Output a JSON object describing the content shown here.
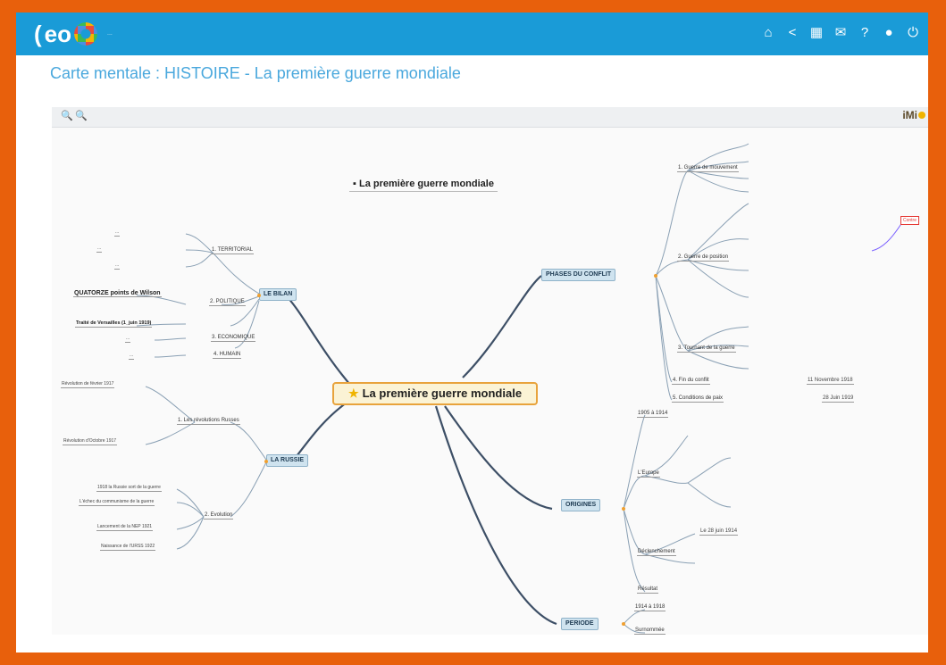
{
  "app": {
    "logo_letters": "eo",
    "logo_tagline": "..."
  },
  "toolbar_icons": [
    "home-icon",
    "share-icon",
    "grid-icon",
    "mail-icon",
    "help-icon",
    "user-icon",
    "power-icon"
  ],
  "page": {
    "title": "Carte mentale : HISTOIRE - La première guerre mondiale"
  },
  "map": {
    "central": "La première guerre mondiale",
    "subtitle": "La première guerre mondiale",
    "brand": "iMi",
    "branches": {
      "bilan": "LE BILAN",
      "russie": "LA RUSSIE",
      "phases": "PHASES DU CONFLIT",
      "origines": "ORIGINES",
      "periode": "PERIODE"
    },
    "bilan_children": {
      "territorial": "1. TERRITORIAL",
      "politique": "2. POLITIQUE",
      "economique": "3. ECONOMIQUE",
      "humain": "4. HUMAIN",
      "quatorze": "QUATORZE points de Wilson",
      "versailles": "Traité de Versailles (1_juin 1919)",
      "t1": "...",
      "t2": "...",
      "t3": "...",
      "e1": "...",
      "h1": "..."
    },
    "russie_children": {
      "deux_rev": "1. Les révolutions Russes",
      "evolution": "2. Evolution",
      "fevrier": "Révolution de février 1917",
      "octobre": "Révolution d'Octobre 1917",
      "sort": "1918 la Russie sort de la guerre",
      "echec": "L'échec du communisme de la guerre",
      "nep": "Lancement de la NEP 1921",
      "urss": "Naissance de l'URSS 1922"
    },
    "phases_children": {
      "mouvement": "1. Guerre de mouvement",
      "position": "2. Guerre de position",
      "tournant": "3. Tournant de la guerre",
      "fin": "4. Fin du conflit",
      "conditions": "5. Conditions de paix",
      "date_fin": "11 Novembre 1918",
      "date_paix": "28 Juin 1919",
      "contre": "Contre"
    },
    "origines_children": {
      "date": "1905 à 1914",
      "europe": "L'Europe",
      "declenchement": "Déclenchement",
      "resultat": "Résultat",
      "date_att": "Le 28 juin 1914"
    },
    "periode_children": {
      "date": "1914 à 1918",
      "surnommee": "Surnommée"
    }
  }
}
